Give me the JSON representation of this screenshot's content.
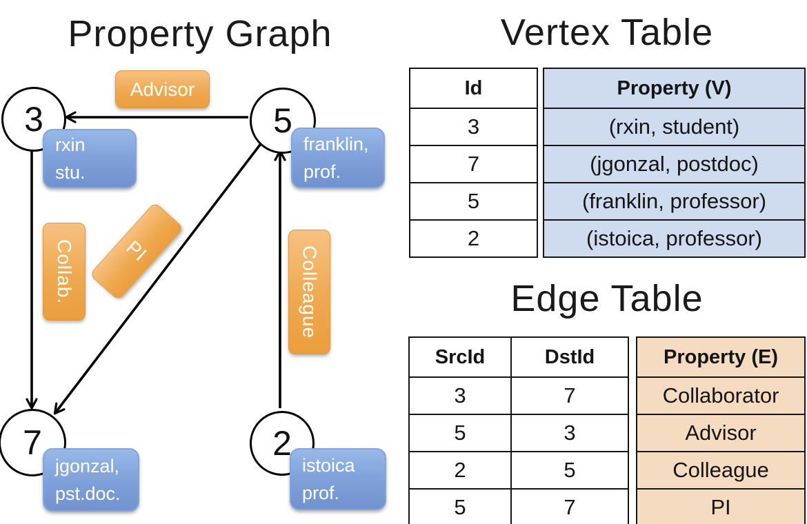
{
  "graph": {
    "title": "Property Graph",
    "nodes": [
      {
        "id": "3",
        "label_line1": "rxin",
        "label_line2": "stu."
      },
      {
        "id": "5",
        "label_line1": "franklin,",
        "label_line2": "prof."
      },
      {
        "id": "7",
        "label_line1": "jgonzal,",
        "label_line2": "pst.doc."
      },
      {
        "id": "2",
        "label_line1": "istoica",
        "label_line2": "prof."
      }
    ],
    "edge_labels": {
      "advisor": "Advisor",
      "collab": "Collab.",
      "pi": "PI",
      "colleague": "Colleague"
    }
  },
  "vertex_table": {
    "title": "Vertex Table",
    "columns": {
      "id": "Id",
      "property": "Property (V)"
    },
    "rows": [
      {
        "id": "3",
        "property": "(rxin, student)"
      },
      {
        "id": "7",
        "property": "(jgonzal, postdoc)"
      },
      {
        "id": "5",
        "property": "(franklin, professor)"
      },
      {
        "id": "2",
        "property": "(istoica, professor)"
      }
    ]
  },
  "edge_table": {
    "title": "Edge Table",
    "columns": {
      "src": "SrcId",
      "dst": "DstId",
      "property": "Property (E)"
    },
    "rows": [
      {
        "src": "3",
        "dst": "7",
        "property": "Collaborator"
      },
      {
        "src": "5",
        "dst": "3",
        "property": "Advisor"
      },
      {
        "src": "2",
        "dst": "5",
        "property": "Colleague"
      },
      {
        "src": "5",
        "dst": "7",
        "property": "PI"
      }
    ]
  },
  "colors": {
    "edge_label_orange": "#eda44a",
    "vertex_label_blue": "#7e9fd8",
    "vertex_table_fill": "#cfdbee",
    "edge_table_fill": "#f5dcc0",
    "line_black": "#000000"
  }
}
